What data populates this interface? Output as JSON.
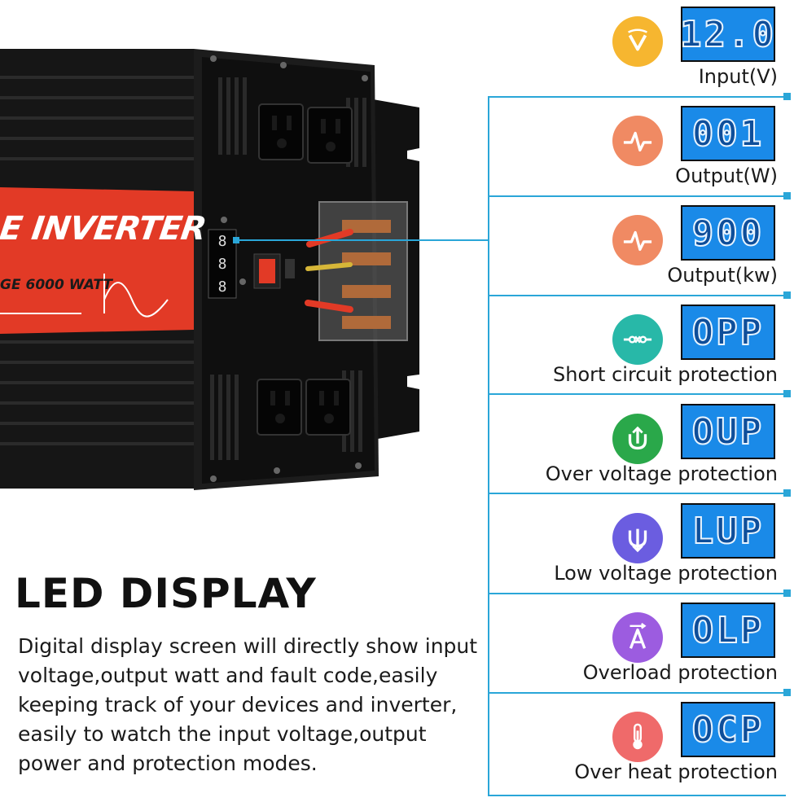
{
  "product": {
    "banner_title": "E INVERTER",
    "banner_subtitle": "GE 6000 WATT"
  },
  "colors": {
    "accent_line": "#2aa6d8",
    "lcd_background": "#1a8ae8",
    "banner_red": "#e23a26",
    "case_black": "#141414"
  },
  "panel": {
    "rows": [
      {
        "icon": "voltage-icon",
        "icon_color": "#f6b630",
        "display": "12.0",
        "label": "Input(V)"
      },
      {
        "icon": "pulse-wave-icon",
        "icon_color": "#f08a63",
        "display": "001",
        "label": "Output(W)"
      },
      {
        "icon": "pulse-wave-icon",
        "icon_color": "#f08a63",
        "display": "900",
        "label": "Output(kw)"
      },
      {
        "icon": "switch-circuit-icon",
        "icon_color": "#28b8a8",
        "display": "OPP",
        "label": "Short circuit protection"
      },
      {
        "icon": "up-arrow-plug-icon",
        "icon_color": "#2aa84a",
        "display": "OUP",
        "label": "Over voltage protection"
      },
      {
        "icon": "down-arrow-plug-icon",
        "icon_color": "#6b5de0",
        "display": "LUP",
        "label": "Low voltage protection"
      },
      {
        "icon": "current-a-icon",
        "icon_color": "#9c5ce0",
        "display": "OLP",
        "label": "Overload protection"
      },
      {
        "icon": "thermometer-icon",
        "icon_color": "#ef6a6a",
        "display": "OCP",
        "label": "Over heat protection"
      }
    ]
  },
  "content": {
    "heading": "LED DISPLAY",
    "description": "Digital display screen will directly show input voltage,output watt and fault code,easily keeping track of your devices and inverter, easily to watch the input voltage,output power and protection modes."
  }
}
